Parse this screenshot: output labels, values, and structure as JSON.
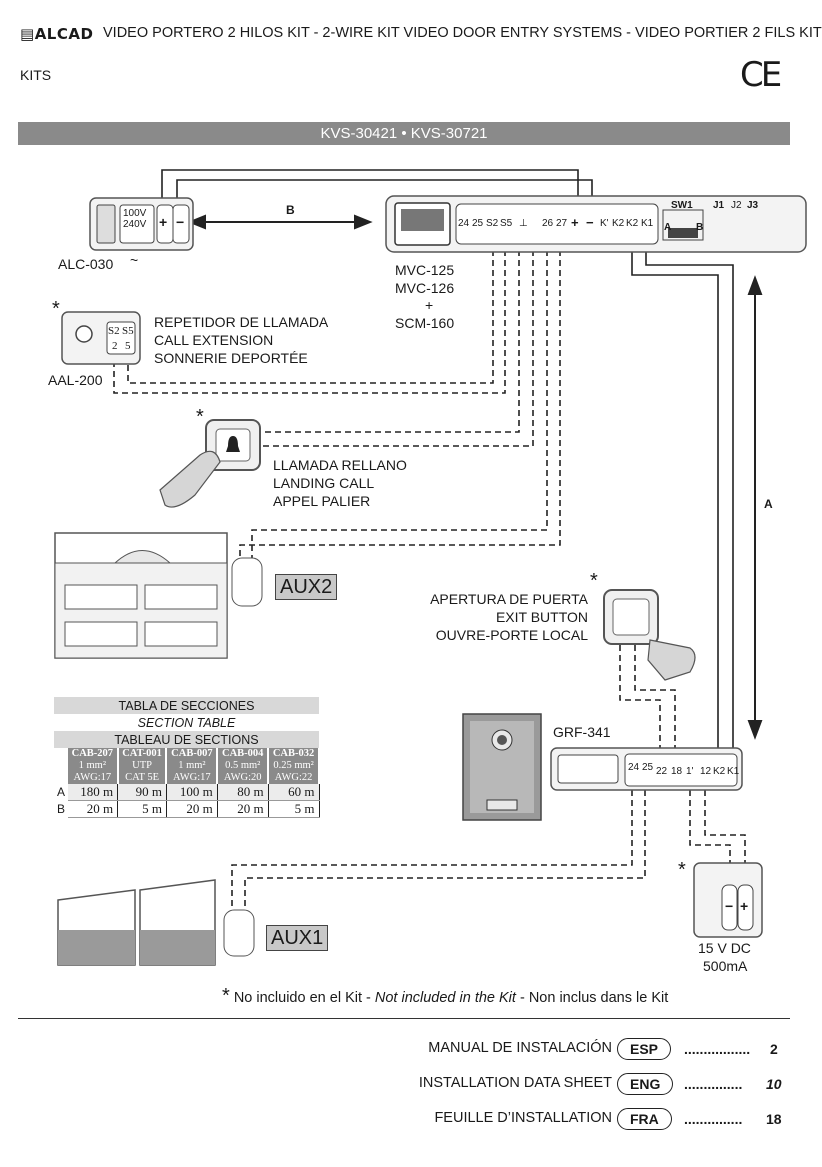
{
  "header": {
    "brand": "ALCAD",
    "title": "VIDEO PORTERO 2 HILOS KIT - 2-WIRE KIT VIDEO DOOR ENTRY SYSTEMS - VIDEO PORTIER 2 FILS KIT",
    "category": "KITS",
    "ce_mark": "CE"
  },
  "models_band": "KVS-30421 • KVS-30721",
  "diagram": {
    "psu_label": "ALC-030",
    "psu_voltages": [
      "100V",
      "240V"
    ],
    "psu_ac": "~",
    "psu_plus": "+",
    "psu_minus": "−",
    "distance_b": "B",
    "distance_a": "A",
    "monitor_models": [
      "MVC-125",
      "MVC-126",
      "+",
      "SCM-160"
    ],
    "monitor_terminals": [
      "24",
      "25",
      "S2",
      "S5",
      "⊥",
      "26",
      "27",
      "+",
      "−",
      "K'",
      "K2",
      "K2",
      "K1"
    ],
    "switches": {
      "sw1": "SW1",
      "j1": "J1",
      "j2": "J2",
      "j3": "J3",
      "a": "A",
      "b": "B"
    },
    "call_ext_model": "AAL-200",
    "call_ext_terminals": [
      "S2",
      "S5",
      "2",
      "5"
    ],
    "call_ext_lines": [
      "REPETIDOR DE LLAMADA",
      "CALL EXTENSION",
      "SONNERIE DEPORTÉE"
    ],
    "landing_call_lines": [
      "LLAMADA RELLANO",
      "LANDING CALL",
      "APPEL PALIER"
    ],
    "aux2": "AUX2",
    "exit_button_lines": [
      "APERTURA DE PUERTA",
      "EXIT BUTTON",
      "OUVRE-PORTE LOCAL"
    ],
    "panel_model": "GRF-341",
    "panel_terminals": [
      "24",
      "25",
      "22",
      "18",
      "1'",
      "12",
      "K2",
      "K1"
    ],
    "aux1": "AUX1",
    "dc_supply_lines": [
      "15 V DC",
      "500mA"
    ],
    "dc_plus": "+",
    "dc_minus": "−",
    "asterisk": "*"
  },
  "section_table": {
    "title_es": "TABLA DE SECCIONES",
    "title_en": "SECTION TABLE",
    "title_fr": "TABLEAU DE SECTIONS",
    "columns": [
      {
        "code": "CAB-207",
        "spec": "1 mm²",
        "awg": "AWG:17"
      },
      {
        "code": "CAT-001",
        "spec": "UTP",
        "awg": "CAT 5E"
      },
      {
        "code": "CAB-007",
        "spec": "1 mm²",
        "awg": "AWG:17"
      },
      {
        "code": "CAB-004",
        "spec": "0.5 mm²",
        "awg": "AWG:20"
      },
      {
        "code": "CAB-032",
        "spec": "0.25 mm²",
        "awg": "AWG:22"
      }
    ],
    "rows": [
      {
        "label": "A",
        "values": [
          "180 m",
          "90 m",
          "100 m",
          "80 m",
          "60 m"
        ]
      },
      {
        "label": "B",
        "values": [
          "20 m",
          "5 m",
          "20 m",
          "20 m",
          "5 m"
        ]
      }
    ]
  },
  "legend": {
    "star": "*",
    "es": "No incluido en el Kit - ",
    "en": "Not included in the Kit",
    "fr": " - Non inclus dans le Kit"
  },
  "manuals": [
    {
      "label": "MANUAL DE INSTALACIÓN",
      "lang": "ESP",
      "page": "2"
    },
    {
      "label": "INSTALLATION DATA SHEET",
      "lang": "ENG",
      "page": "10"
    },
    {
      "label": "FEUILLE  D’INSTALLATION",
      "lang": "FRA",
      "page": "18"
    }
  ]
}
